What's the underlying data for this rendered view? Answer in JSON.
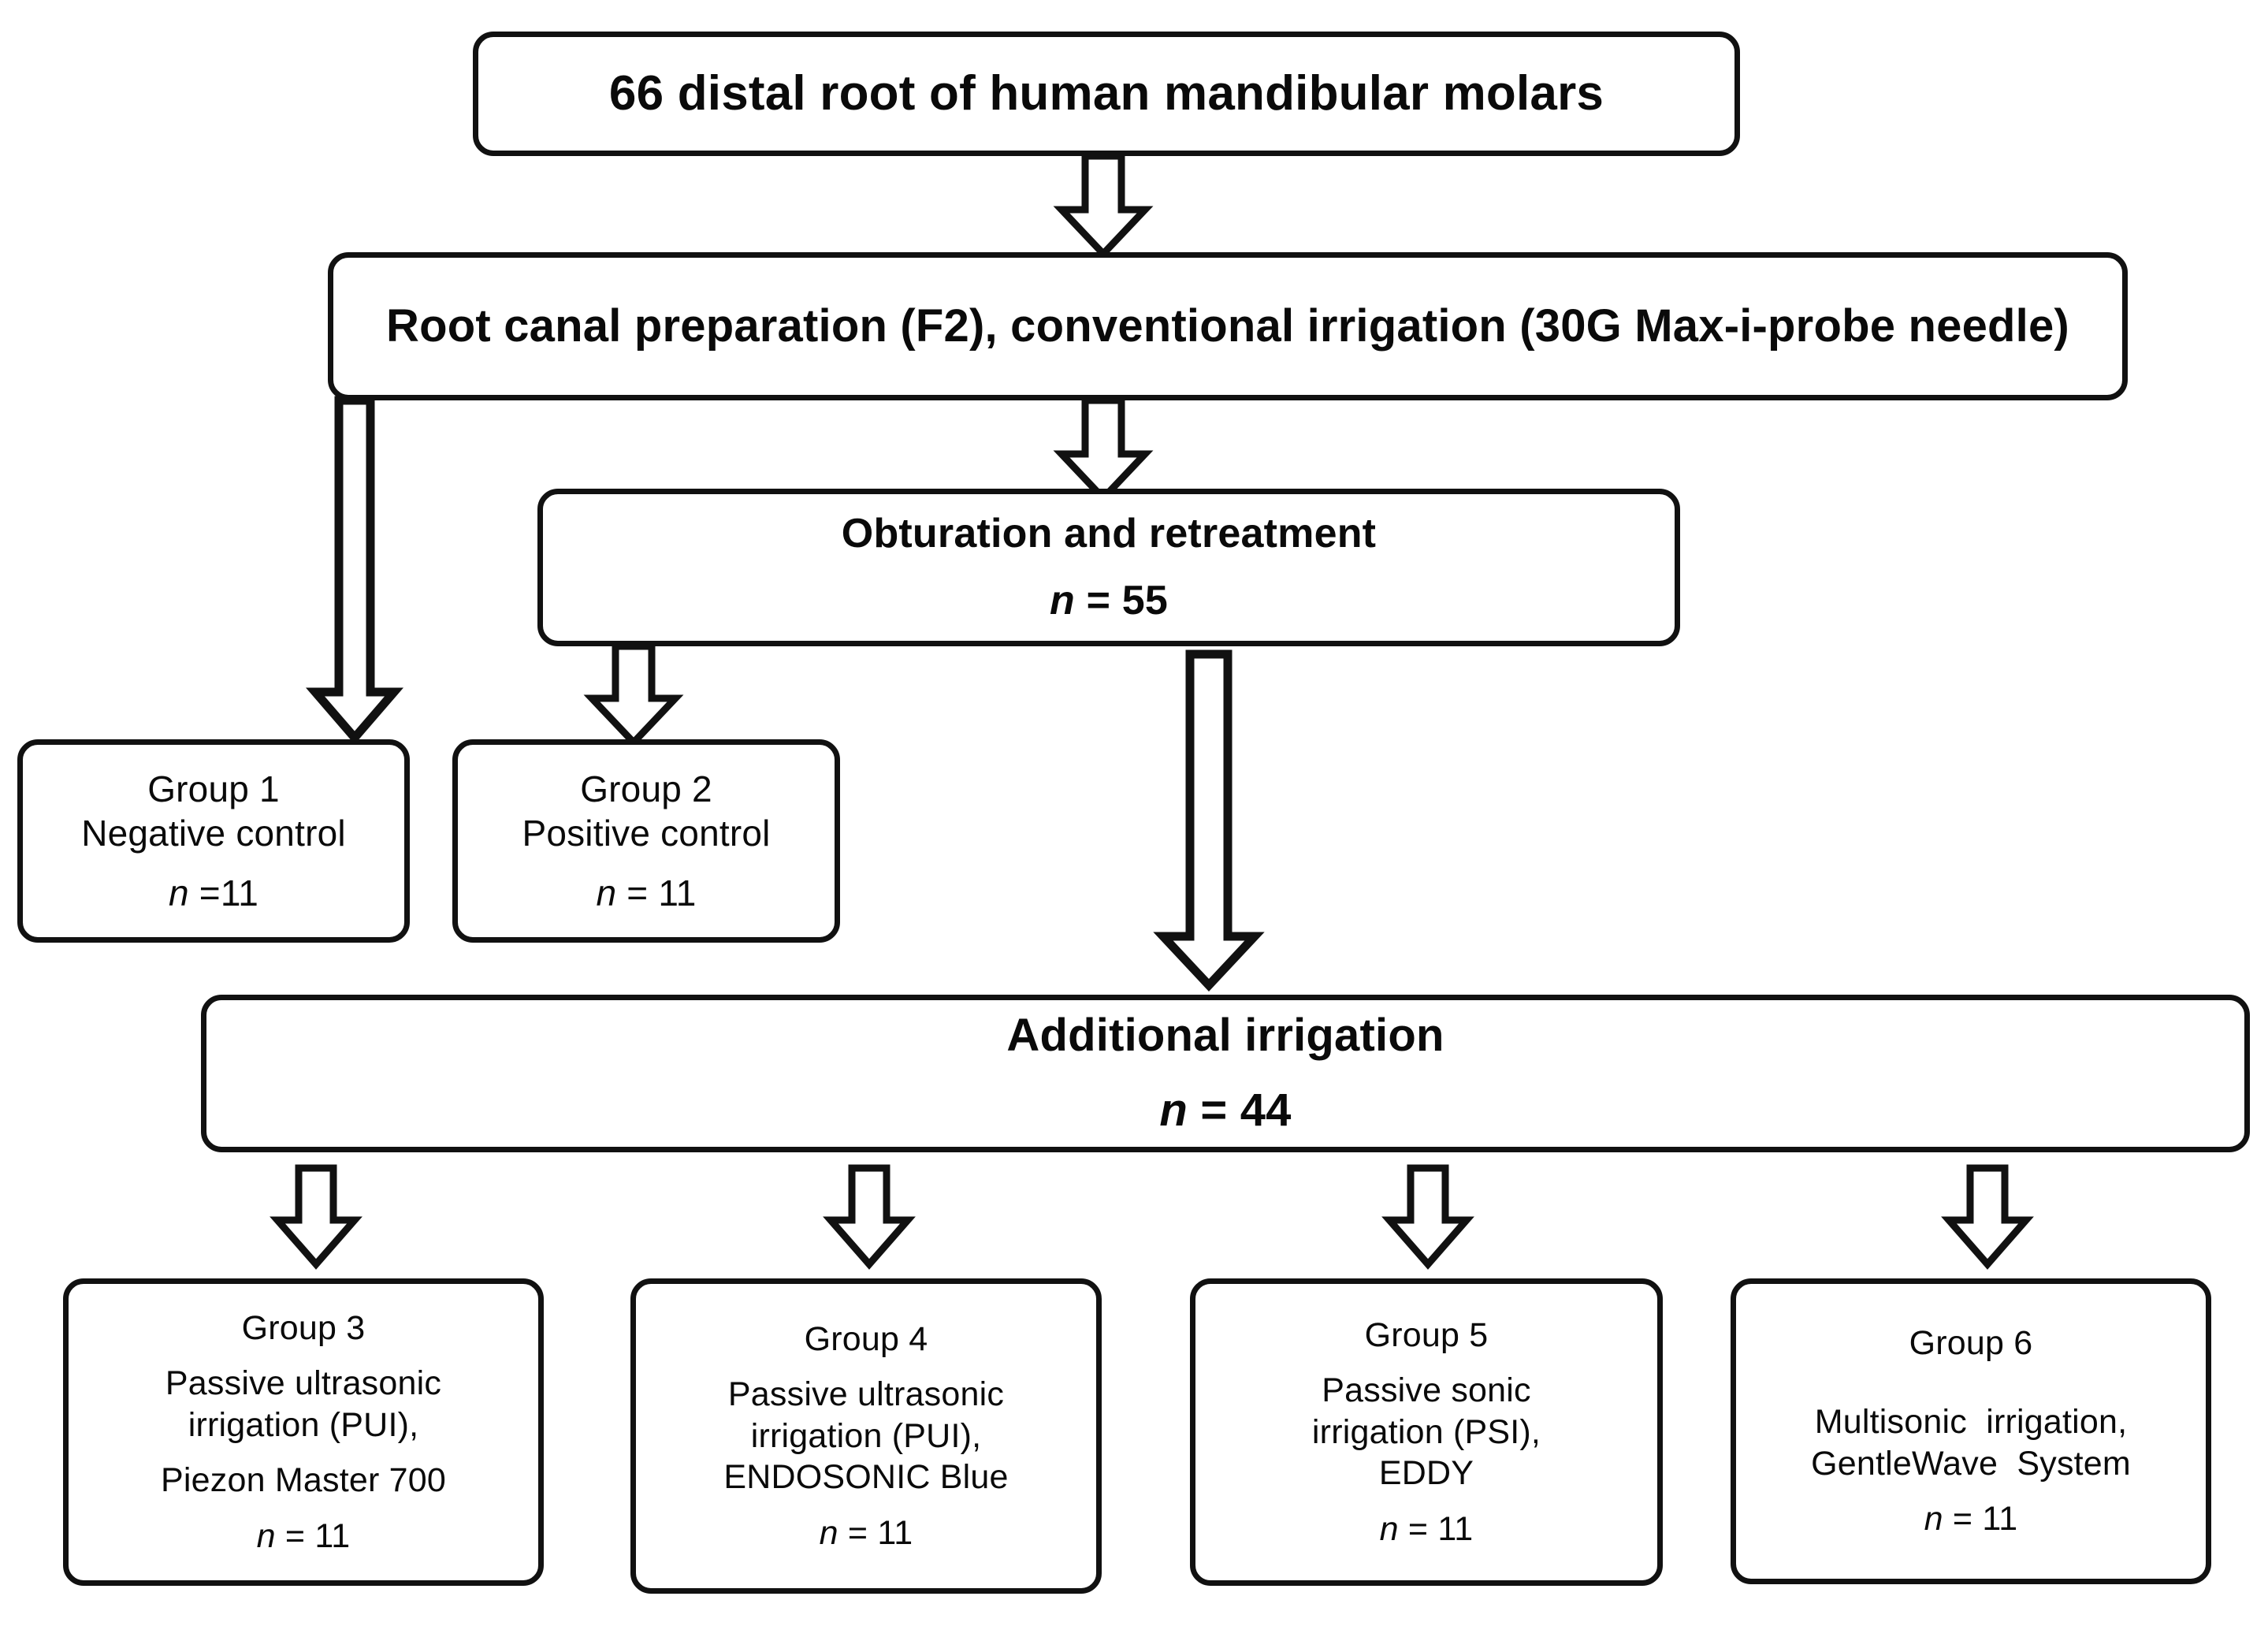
{
  "diagram": {
    "title": "Study design flowchart of root canal irrigation groups",
    "accent_color": "#111111",
    "background_color": "#ffffff",
    "nodes": {
      "root": {
        "line1": "66 distal root of human mandibular molars"
      },
      "preparation": {
        "line1": "Root canal preparation (F2), conventional irrigation (30G Max-i-probe needle)"
      },
      "obturation": {
        "line1": "Obturation and retreatment",
        "n_symbol": "n",
        "n_value": " = 55"
      },
      "group1": {
        "title": "Group 1",
        "line1": "Negative control",
        "n_symbol": "n",
        "n_value": " =11"
      },
      "group2": {
        "title": "Group 2",
        "line1": "Positive control",
        "n_symbol": "n",
        "n_value": " = 11"
      },
      "additional_irrigation": {
        "line1": "Additional irrigation",
        "n_symbol": "n",
        "n_value": " = 44"
      },
      "group3": {
        "title": "Group 3",
        "line1": "Passive ultrasonic",
        "line2": "irrigation (PUI),",
        "line3": "Piezon Master 700",
        "n_symbol": "n",
        "n_value": " = 11"
      },
      "group4": {
        "title": "Group 4",
        "line1": "Passive ultrasonic",
        "line2": "irrigation (PUI),",
        "line3": "ENDOSONIC Blue",
        "n_symbol": "n",
        "n_value": " = 11"
      },
      "group5": {
        "title": "Group 5",
        "line1": "Passive sonic",
        "line2": "irrigation (PSI),",
        "line3": "EDDY",
        "n_symbol": "n",
        "n_value": " = 11"
      },
      "group6": {
        "title": "Group 6",
        "line1": "Multisonic  irrigation,",
        "line2": "GentleWave  System",
        "n_symbol": "n",
        "n_value": " = 11"
      }
    },
    "arrows": [
      {
        "name": "arrow-root-to-preparation",
        "from": "root",
        "to": "preparation",
        "style": "short-block-down"
      },
      {
        "name": "arrow-preparation-to-obturation",
        "from": "preparation",
        "to": "obturation",
        "style": "short-block-down"
      },
      {
        "name": "arrow-preparation-to-group1",
        "from": "preparation",
        "to": "group1",
        "style": "long-thin-down"
      },
      {
        "name": "arrow-obturation-to-group2",
        "from": "obturation",
        "to": "group2",
        "style": "short-block-down"
      },
      {
        "name": "arrow-obturation-to-additional-irrigation",
        "from": "obturation",
        "to": "additional_irrigation",
        "style": "long-thin-down"
      },
      {
        "name": "arrow-additional-irrigation-to-group3",
        "from": "additional_irrigation",
        "to": "group3",
        "style": "short-block-down"
      },
      {
        "name": "arrow-additional-irrigation-to-group4",
        "from": "additional_irrigation",
        "to": "group4",
        "style": "short-block-down"
      },
      {
        "name": "arrow-additional-irrigation-to-group5",
        "from": "additional_irrigation",
        "to": "group5",
        "style": "short-block-down"
      },
      {
        "name": "arrow-additional-irrigation-to-group6",
        "from": "additional_irrigation",
        "to": "group6",
        "style": "short-block-down"
      }
    ]
  }
}
